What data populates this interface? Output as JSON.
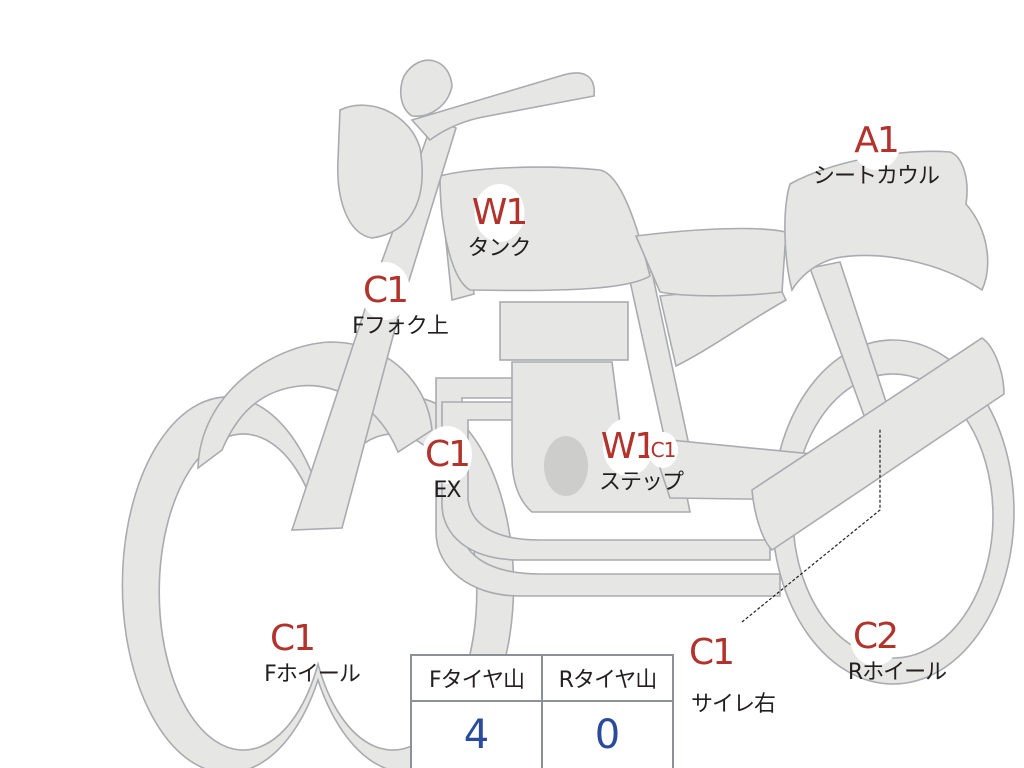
{
  "markers": [
    {
      "id": "seat-cowl",
      "code": "A1",
      "label": "シートカウル"
    },
    {
      "id": "tank",
      "code": "W1",
      "label": "タンク"
    },
    {
      "id": "front-fork-upper",
      "code": "C1",
      "label": "Fフォク上"
    },
    {
      "id": "exhaust",
      "code": "C1",
      "label": "EX"
    },
    {
      "id": "step",
      "code": "W1",
      "label": "ステップ"
    },
    {
      "id": "step-secondary",
      "code": "C1",
      "label": ""
    },
    {
      "id": "front-wheel",
      "code": "C1",
      "label": "Fホイール"
    },
    {
      "id": "muffler-right",
      "code": "C1",
      "label": "サイレ右"
    },
    {
      "id": "rear-wheel",
      "code": "C2",
      "label": "Rホイール"
    }
  ],
  "tire_tread": {
    "front_header": "Fタイヤ山",
    "rear_header": "Rタイヤ山",
    "front_value": "4",
    "rear_value": "0"
  }
}
